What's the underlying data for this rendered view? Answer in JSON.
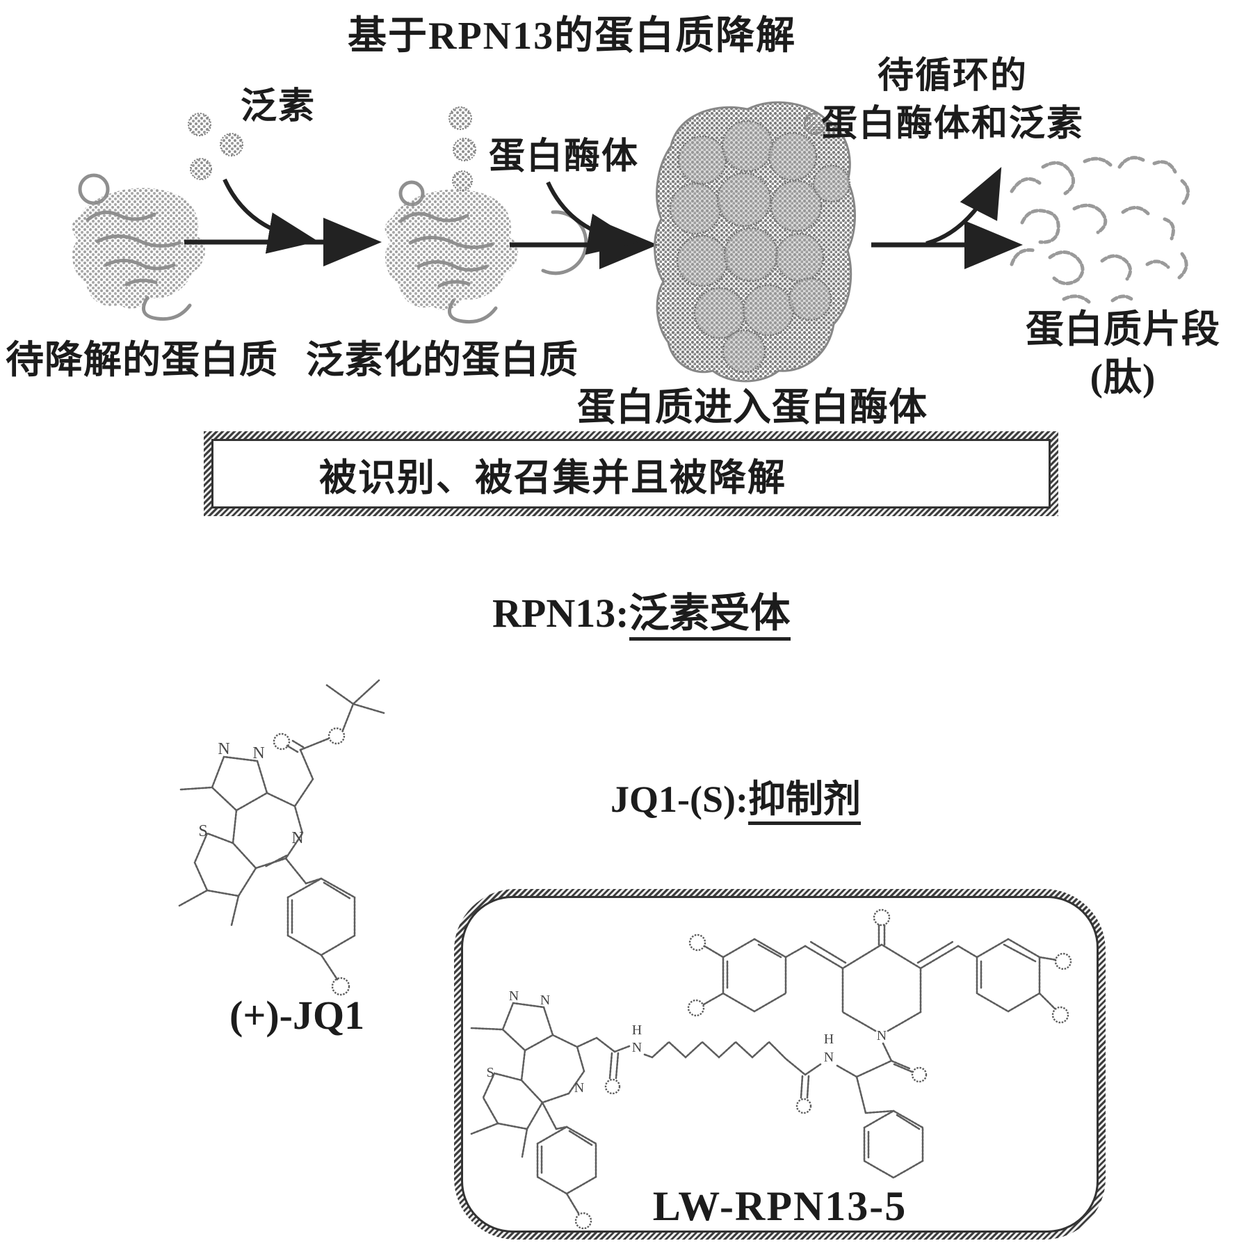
{
  "title": "基于RPN13的蛋白质降解",
  "pathway": {
    "ubiquitin_label": "泛素",
    "protein_to_degrade_label": "待降解的蛋白质",
    "ubiquitinated_protein_label": "泛素化的蛋白质",
    "proteasome_label": "蛋白酶体",
    "protein_enters_label": "蛋白质进入蛋白酶体",
    "recycle_label_line1": "待循环的",
    "recycle_label_line2": "蛋白酶体和泛素",
    "fragments_label_line1": "蛋白质片段",
    "fragments_label_line2": "(肽)",
    "process_box_text": "被识别、被召集并且被降解"
  },
  "annotations": {
    "rpn13_prefix": "RPN13:",
    "rpn13_underlined": "泛素受体",
    "jq1s_prefix": "JQ1-(S):",
    "jq1s_underlined": "抑制剂"
  },
  "molecules": {
    "jq1_label": "(+)-JQ1",
    "lw_label": "LW-RPN13-5",
    "atoms": {
      "n": "N",
      "h": "H",
      "s": "S"
    }
  },
  "colors": {
    "ink": "#1c1c1c",
    "structure_gray": "#5d5d5d",
    "blob_gray": "#a9a9a9",
    "background": "#ffffff"
  }
}
